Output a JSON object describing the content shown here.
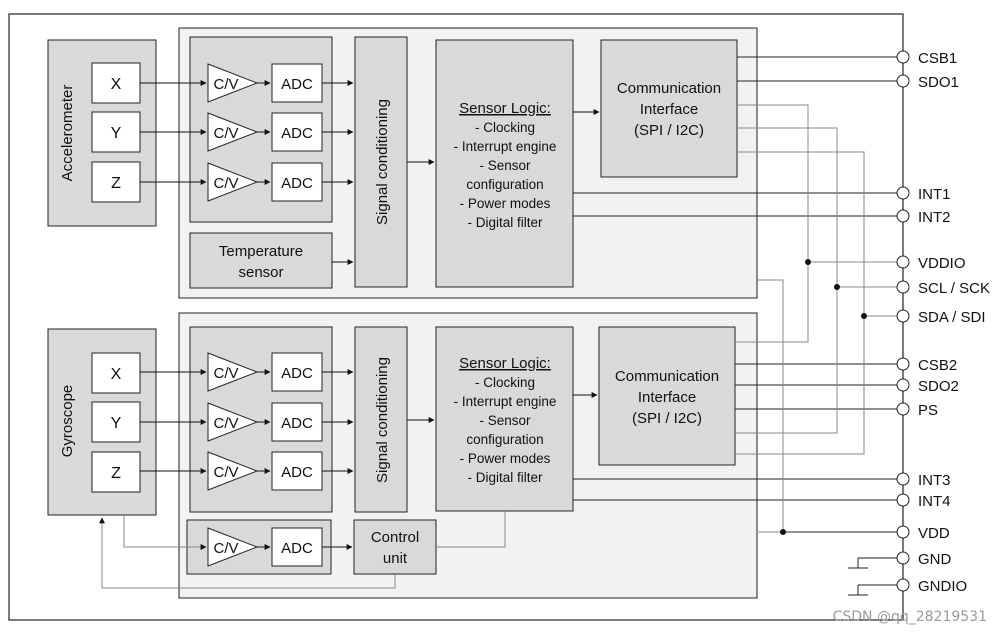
{
  "accel": {
    "label": "Accelerometer",
    "axes": [
      "X",
      "Y",
      "Z"
    ],
    "cv": "C/V",
    "adc": "ADC",
    "temp": [
      "Temperature",
      "sensor"
    ],
    "signal": "Signal conditioning",
    "logic": {
      "title": "Sensor Logic:",
      "lines": [
        "- Clocking",
        "- Interrupt engine",
        "- Sensor",
        "configuration",
        "- Power modes",
        "- Digital filter"
      ]
    },
    "comm": [
      "Communication",
      "Interface",
      "(SPI / I2C)"
    ]
  },
  "gyro": {
    "label": "Gyroscope",
    "axes": [
      "X",
      "Y",
      "Z"
    ],
    "cv": "C/V",
    "adc": "ADC",
    "signal": "Signal conditioning",
    "logic": {
      "title": "Sensor Logic:",
      "lines": [
        "- Clocking",
        "- Interrupt engine",
        "- Sensor",
        "configuration",
        "- Power modes",
        "- Digital filter"
      ]
    },
    "comm": [
      "Communication",
      "Interface",
      "(SPI / I2C)"
    ],
    "drive_cv": "C/V",
    "drive_adc": "ADC",
    "control": [
      "Control",
      "unit"
    ]
  },
  "pins": [
    "CSB1",
    "SDO1",
    "INT1",
    "INT2",
    "VDDIO",
    "SCL / SCK",
    "SDA / SDI",
    "CSB2",
    "SDO2",
    "PS",
    "INT3",
    "INT4",
    "VDD",
    "GND",
    "GNDIO"
  ],
  "watermark": "CSDN @qq_28219531"
}
